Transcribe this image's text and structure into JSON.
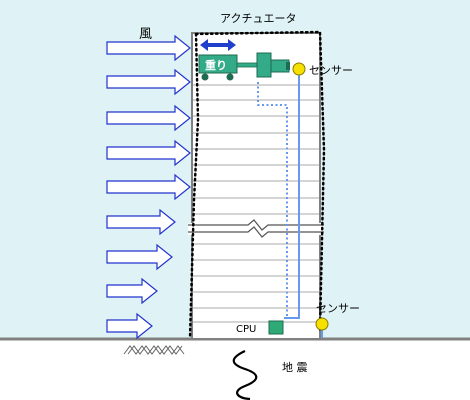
{
  "labels": {
    "wind": "風",
    "actuator": "アクチュエータ",
    "weight": "重り",
    "sensor_top": "センサー",
    "sensor_bottom": "センサー",
    "cpu": "CPU",
    "earthquake": "地 震"
  },
  "colors": {
    "sky": "#dff3f6",
    "ground_line": "#808080",
    "building_fill": "#ffffff",
    "building_border": "#808080",
    "floor_line": "#a9a9a9",
    "arrow_fill": "#ffffff",
    "arrow_stroke": "#2233cc",
    "move_arrow": "#1f3fcc",
    "weight_box": "#33aa88",
    "weight_dark": "#1f6b52",
    "sensor_yellow": "#f5e000",
    "cpu_box": "#2eaa77",
    "signal_line": "#6699ee",
    "sway_outline": "#000000"
  },
  "icons": {
    "wind_arrow": "wind-arrow-icon",
    "move_arrow": "double-arrow-icon",
    "sensor": "sensor-dot-icon",
    "ground": "ground-hatch-icon",
    "quake": "wavy-line-icon"
  }
}
